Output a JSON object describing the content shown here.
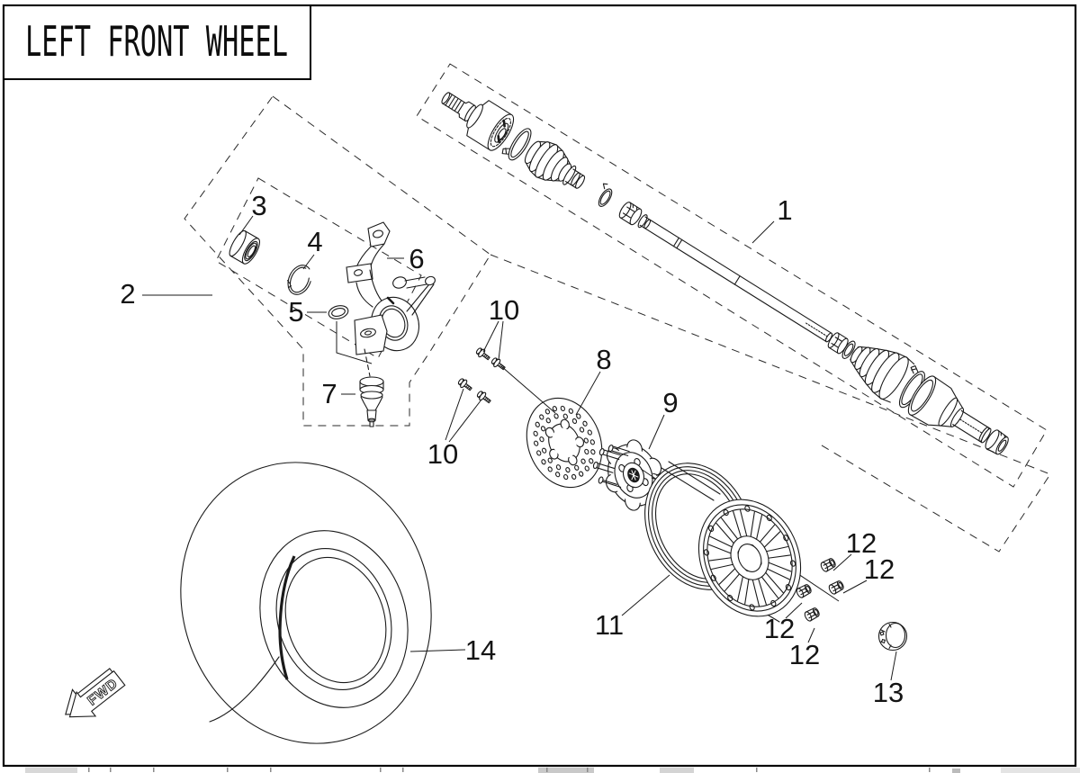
{
  "page": {
    "title": "LEFT FRONT WHEEL",
    "fwd_label": "FWD"
  },
  "callouts": [
    {
      "part": "1"
    },
    {
      "part": "2"
    },
    {
      "part": "3"
    },
    {
      "part": "4"
    },
    {
      "part": "5"
    },
    {
      "part": "6"
    },
    {
      "part": "7"
    },
    {
      "part": "8"
    },
    {
      "part": "9"
    },
    {
      "part": "10"
    },
    {
      "part": "10"
    },
    {
      "part": "11"
    },
    {
      "part": "12"
    },
    {
      "part": "12"
    },
    {
      "part": "12"
    },
    {
      "part": "12"
    },
    {
      "part": "13"
    },
    {
      "part": "14"
    }
  ]
}
